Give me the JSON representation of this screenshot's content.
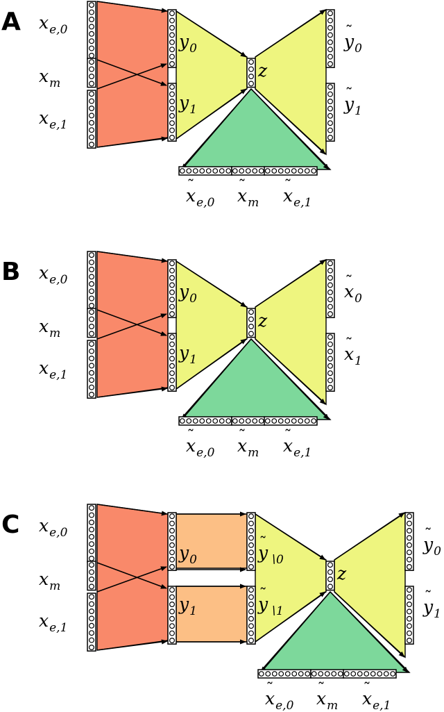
{
  "colors": {
    "encoder": "#F9896A",
    "dense": "#FCBF85",
    "decoder": "#EEF57F",
    "reconstruction": "#7DD89B"
  },
  "panels": [
    {
      "label": "A",
      "inputs": [
        {
          "base": "x",
          "sub": "e,0"
        },
        {
          "base": "x",
          "sub": "m"
        },
        {
          "base": "x",
          "sub": "e,1"
        }
      ],
      "hidden": [
        {
          "base": "y",
          "sub": "0"
        },
        {
          "base": "y",
          "sub": "1"
        }
      ],
      "latent": {
        "base": "z"
      },
      "outputs": [
        {
          "base": "y",
          "sub": "0",
          "tilde": "˜"
        },
        {
          "base": "y",
          "sub": "1",
          "tilde": "˜"
        }
      ],
      "recon": [
        {
          "base": "x",
          "sub": "e,0",
          "tilde": "˜"
        },
        {
          "base": "x",
          "sub": "m",
          "tilde": "˜"
        },
        {
          "base": "x",
          "sub": "e,1",
          "tilde": "˜"
        }
      ]
    },
    {
      "label": "B",
      "inputs": [
        {
          "base": "x",
          "sub": "e,0"
        },
        {
          "base": "x",
          "sub": "m"
        },
        {
          "base": "x",
          "sub": "e,1"
        }
      ],
      "hidden": [
        {
          "base": "y",
          "sub": "0"
        },
        {
          "base": "y",
          "sub": "1"
        }
      ],
      "latent": {
        "base": "z"
      },
      "outputs": [
        {
          "base": "x",
          "sub": "0",
          "tilde": "˜"
        },
        {
          "base": "x",
          "sub": "1",
          "tilde": "˜"
        }
      ],
      "recon": [
        {
          "base": "x",
          "sub": "e,0",
          "tilde": "˜"
        },
        {
          "base": "x",
          "sub": "m",
          "tilde": "˜"
        },
        {
          "base": "x",
          "sub": "e,1",
          "tilde": "˜"
        }
      ]
    },
    {
      "label": "C",
      "inputs": [
        {
          "base": "x",
          "sub": "e,0"
        },
        {
          "base": "x",
          "sub": "m"
        },
        {
          "base": "x",
          "sub": "e,1"
        }
      ],
      "hidden": [
        {
          "base": "y",
          "sub": "0"
        },
        {
          "base": "y",
          "sub": "1"
        }
      ],
      "intermediate": [
        {
          "base": "y",
          "sub": "∖0",
          "tilde": "˜"
        },
        {
          "base": "y",
          "sub": "∖1",
          "tilde": "˜"
        }
      ],
      "latent": {
        "base": "z"
      },
      "outputs": [
        {
          "base": "y",
          "sub": "0",
          "tilde": "˜"
        },
        {
          "base": "y",
          "sub": "1",
          "tilde": "˜"
        }
      ],
      "recon": [
        {
          "base": "x",
          "sub": "e,0",
          "tilde": "˜"
        },
        {
          "base": "x",
          "sub": "m",
          "tilde": "˜"
        },
        {
          "base": "x",
          "sub": "e,1",
          "tilde": "˜"
        }
      ]
    }
  ]
}
